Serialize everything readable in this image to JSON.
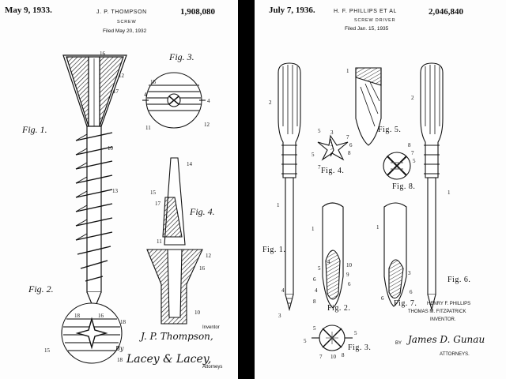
{
  "left_patent": {
    "date": "May 9, 1933.",
    "inventor": "J. P. THOMPSON",
    "number": "1,908,080",
    "subject": "SCREW",
    "filed": "Filed May 20, 1932",
    "figures": [
      "Fig. 1.",
      "Fig. 2.",
      "Fig. 3.",
      "Fig. 4."
    ],
    "inventor_label": "Inventor",
    "inventor_signature": "J. P. Thompson,",
    "by_label": "By",
    "attorney_signature": "Lacey & Lacey,",
    "attorneys_label": "Attorneys"
  },
  "right_patent": {
    "date": "July 7, 1936.",
    "inventor": "H. F. PHILLIPS ET AL",
    "number": "2,046,840",
    "subject": "SCREW DRIVER",
    "filed": "Filed Jan. 15, 1935",
    "figures": [
      "Fig. 1.",
      "Fig. 2.",
      "Fig. 3.",
      "Fig. 4.",
      "Fig. 5.",
      "Fig. 6.",
      "Fig. 7.",
      "Fig. 8."
    ],
    "inventor_line1": "HENRY F. PHILLIPS",
    "inventor_line2": "THOMAS M. FITZPATRICK",
    "inventor_label": "INVENTOR.",
    "by_label": "BY",
    "attorney_signature": "James D. Gunau",
    "attorneys_label": "ATTORNEYS."
  },
  "colors": {
    "background": "#000000",
    "paper": "#fdfdfd",
    "ink": "#111111"
  }
}
